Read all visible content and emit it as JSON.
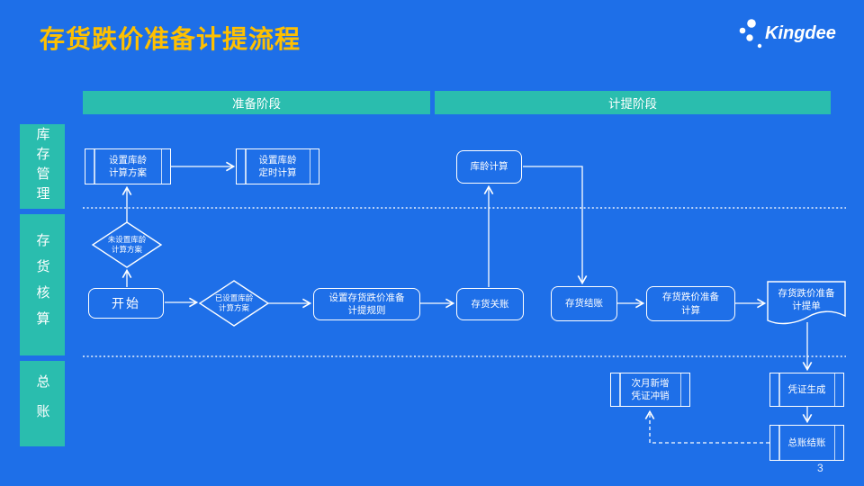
{
  "page": {
    "title": "存货跌价准备计提流程",
    "page_number": "3",
    "background_color": "#1E6FE8",
    "accent_teal": "#2ABDAE",
    "title_color": "#FFC000"
  },
  "logo": {
    "text": "Kingdee",
    "icon": "kingdee-dots-logo"
  },
  "phases": [
    {
      "label": "准备阶段"
    },
    {
      "label": "计提阶段"
    }
  ],
  "lanes": [
    {
      "label": "库存管理"
    },
    {
      "label": "存货核算"
    },
    {
      "label": "总账"
    }
  ],
  "nodes": {
    "set_age_plan": {
      "label": "设置库龄\n计算方案",
      "type": "subprocess"
    },
    "set_age_schedule": {
      "label": "设置库龄\n定时计算",
      "type": "subprocess"
    },
    "age_calc": {
      "label": "库龄计算",
      "type": "process"
    },
    "no_age_plan": {
      "label": "未设置库龄\n计算方案",
      "type": "decision"
    },
    "start": {
      "label": "开始",
      "type": "start"
    },
    "has_age_plan": {
      "label": "已设置库龄\n计算方案",
      "type": "decision"
    },
    "set_rule": {
      "label": "设置存货跌价准备\n计提规则",
      "type": "process"
    },
    "inv_close": {
      "label": "存货关账",
      "type": "process"
    },
    "inv_settle": {
      "label": "存货结账",
      "type": "process"
    },
    "provision_calc": {
      "label": "存货跌价准备\n计算",
      "type": "process"
    },
    "provision_doc": {
      "label": "存货跌价准备\n计提单",
      "type": "document"
    },
    "next_month_reversal": {
      "label": "次月新增\n凭证冲销",
      "type": "subprocess"
    },
    "voucher_gen": {
      "label": "凭证生成",
      "type": "subprocess"
    },
    "gl_close": {
      "label": "总账结账",
      "type": "subprocess"
    }
  }
}
